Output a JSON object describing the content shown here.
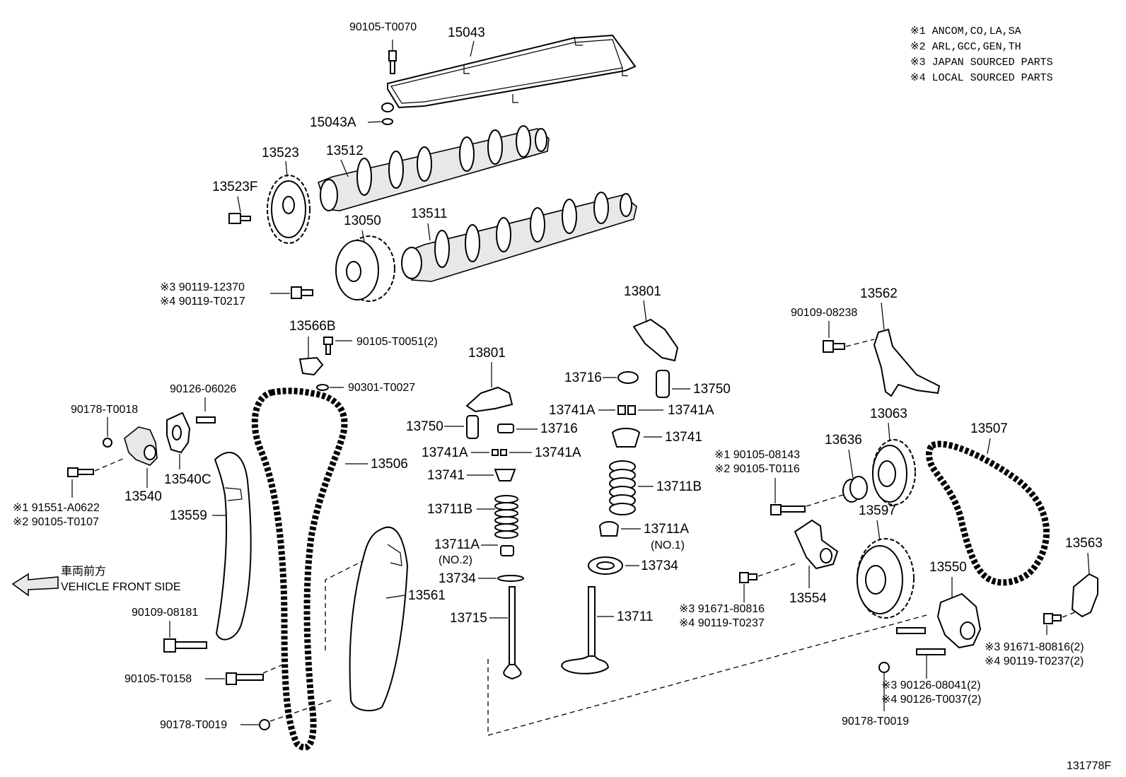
{
  "notes": [
    "※1 ANCOM,CO,LA,SA",
    "※2 ARL,GCC,GEN,TH",
    "※3 JAPAN SOURCED PARTS",
    "※4 LOCAL SOURCED PARTS"
  ],
  "front": {
    "jp": "車両前方",
    "en": "VEHICLE FRONT SIDE"
  },
  "figure_id": "131778F",
  "labels": {
    "p90105_T0070": "90105-T0070",
    "p15043": "15043",
    "p15043A": "15043A",
    "p13523": "13523",
    "p13512": "13512",
    "p13523F": "13523F",
    "p13050": "13050",
    "p13511": "13511",
    "p90119_12370": "※3 90119-12370",
    "p90119_T0217": "※4 90119-T0217",
    "p13566B": "13566B",
    "p90105_T0051": "90105-T0051(2)",
    "p90301_T0027": "90301-T0027",
    "p90126_06026": "90126-06026",
    "p90178_T0018": "90178-T0018",
    "p13540C": "13540C",
    "p13540": "13540",
    "p91551_A0622": "※1 91551-A0622",
    "p90105_T0107": "※2 90105-T0107",
    "p13559": "13559",
    "p13506": "13506",
    "p90109_08181": "90109-08181",
    "p90105_T0158": "90105-T0158",
    "p90178_T0019a": "90178-T0019",
    "p13801a": "13801",
    "p13750a": "13750",
    "p13716a": "13716",
    "p13741A_a1": "13741A",
    "p13741A_a2": "13741A",
    "p13741a": "13741",
    "p13711Ba": "13711B",
    "p13711Aa": "13711A",
    "no2": "(NO.2)",
    "p13734a": "13734",
    "p13715": "13715",
    "p13561": "13561",
    "p13801b": "13801",
    "p13716b": "13716",
    "p13750b": "13750",
    "p13741A_b1": "13741A",
    "p13741A_b2": "13741A",
    "p13741b": "13741",
    "p13711Bb": "13711B",
    "p13711Ab": "13711A",
    "no1": "(NO.1)",
    "p13734b": "13734",
    "p13711": "13711",
    "p90109_08238": "90109-08238",
    "p13562": "13562",
    "p13063": "13063",
    "p13636": "13636",
    "p90105_08143": "※1 90105-08143",
    "p90105_T0116": "※2 90105-T0116",
    "p13507": "13507",
    "p13597": "13597",
    "p13554": "13554",
    "p91671_80816": "※3 91671-80816",
    "p90119_T0237": "※4 90119-T0237",
    "p13550": "13550",
    "p13563": "13563",
    "p91671_80816_2": "※3 91671-80816(2)",
    "p90119_T0237_2": "※4 90119-T0237(2)",
    "p90126_08041": "※3 90126-08041(2)",
    "p90126_T0037": "※4 90126-T0037(2)",
    "p90178_T0019b": "90178-T0019"
  }
}
